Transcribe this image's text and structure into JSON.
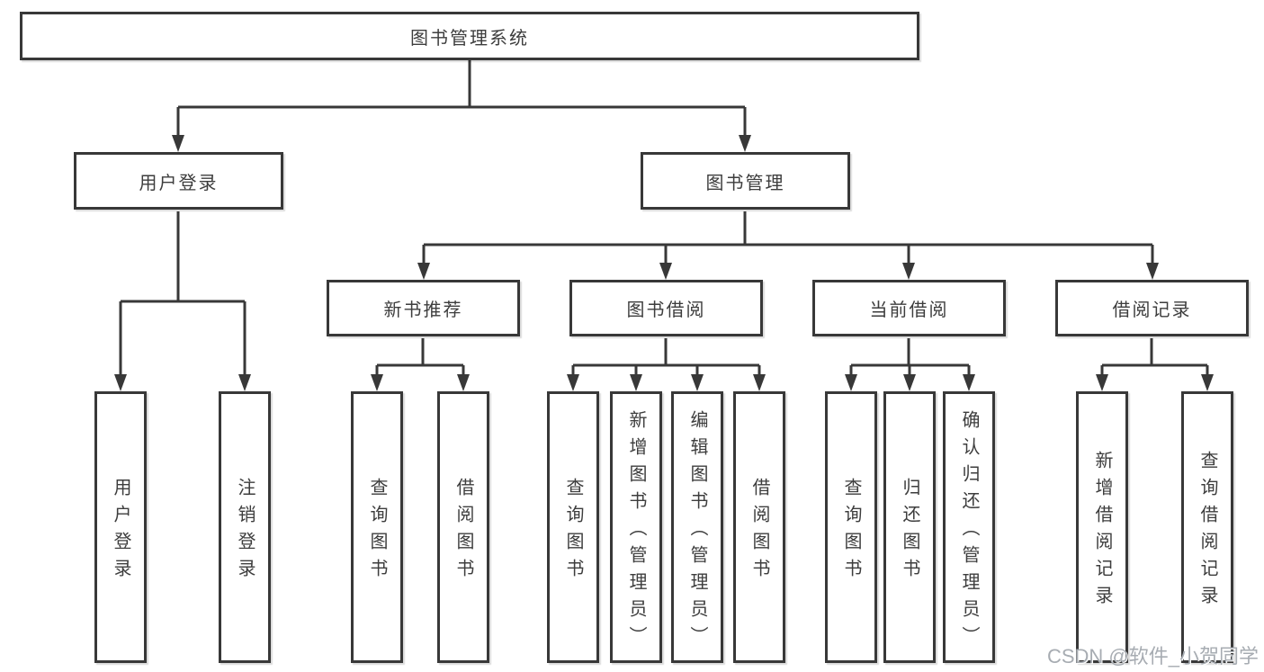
{
  "diagram_title": "图书管理系统",
  "colors": {
    "line": "#383838",
    "node_border": "#383838",
    "node_text": "#3d3d3d",
    "background": "#ffffff",
    "watermark": "#a7acb2"
  },
  "nodes": {
    "root": "图书管理系统",
    "user_login": "用户登录",
    "book_management": "图书管理",
    "new_book_recommend": "新书推荐",
    "book_borrowing": "图书借阅",
    "current_borrowing": "当前借阅",
    "borrowing_records": "借阅记录",
    "login_user_login": "用户登录",
    "login_logout": "注销登录",
    "nb_query_books": "查询图书",
    "nb_borrow_books": "借阅图书",
    "bb_query_books": "查询图书",
    "bb_add_books_admin": "新增图书（管理员）",
    "bb_edit_books_admin": "编辑图书（管理员）",
    "bb_borrow_books": "借阅图书",
    "cb_query_books": "查询图书",
    "cb_return_books": "归还图书",
    "cb_confirm_return_admin": "确认归还（管理员）",
    "br_add_record": "新增借阅记录",
    "br_query_record": "查询借阅记录"
  },
  "watermark": {
    "text": "CSDN @软件_小贺同学"
  },
  "hierarchy": {
    "root": "图书管理系统",
    "branches": [
      {
        "label": "用户登录",
        "children": [
          "用户登录",
          "注销登录"
        ]
      },
      {
        "label": "图书管理",
        "children": [
          {
            "label": "新书推荐",
            "children": [
              "查询图书",
              "借阅图书"
            ]
          },
          {
            "label": "图书借阅",
            "children": [
              "查询图书",
              "新增图书（管理员）",
              "编辑图书（管理员）",
              "借阅图书"
            ]
          },
          {
            "label": "当前借阅",
            "children": [
              "查询图书",
              "归还图书",
              "确认归还（管理员）"
            ]
          },
          {
            "label": "借阅记录",
            "children": [
              "新增借阅记录",
              "查询借阅记录"
            ]
          }
        ]
      }
    ]
  }
}
